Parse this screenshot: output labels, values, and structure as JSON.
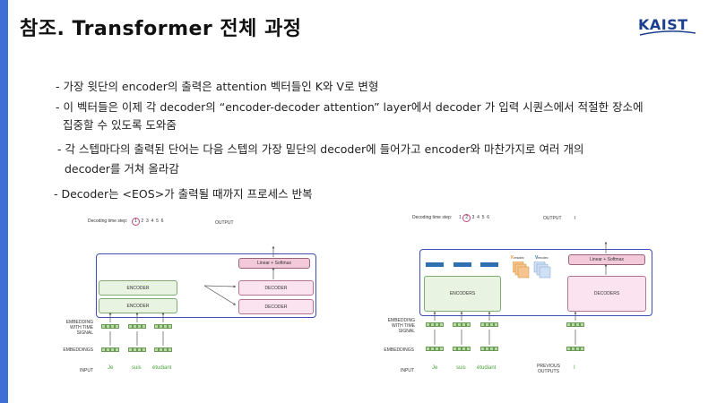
{
  "slide": {
    "title": "참조. Transformer 전체 과정",
    "logo": "KAIST"
  },
  "bullets": [
    "- 가장 윗단의 encoder의 출력은 attention 벡터들인 K와 V로 변형",
    "- 이 벡터들은 이제 각 decoder의 “encoder-decoder attention” layer에서 decoder 가 입력 시퀀스에서 적절한 장소에",
    "집중할 수 있도록 도와줌",
    "- 각 스텝마다의 출력된 단어는 다음 스텝의 가장 밑단의 decoder에 들어가고 encoder와 마찬가지로 여러 개의",
    "decoder를 거쳐 올라감",
    "- Decoder는 <EOS>가 출력될 때까지 프로세스 반복"
  ],
  "left_diagram": {
    "time_step_label": "Decoding time step:",
    "steps": [
      "1",
      "2",
      "3",
      "4",
      "5",
      "6"
    ],
    "active_step": "1",
    "output_label": "OUTPUT",
    "linear_softmax": "Linear + Softmax",
    "encoder_top": "ENCODER",
    "encoder_bottom": "ENCODER",
    "decoder_top": "DECODER",
    "decoder_bottom": "DECODER",
    "row_embedding_time": [
      "EMBEDDING",
      "WITH TIME",
      "SIGNAL"
    ],
    "row_embeddings": "EMBEDDINGS",
    "row_input": "INPUT",
    "input_words": [
      "Je",
      "suis",
      "étudiant"
    ]
  },
  "right_diagram": {
    "time_step_label": "Decoding time step:",
    "steps": [
      "1",
      "2",
      "3",
      "4",
      "5",
      "6"
    ],
    "active_step": "2",
    "output_label": "OUTPUT",
    "output_value": "I",
    "linear_softmax": "Linear + Softmax",
    "encoders": "ENCODERS",
    "decoders": "DECODERS",
    "k_label": "K",
    "k_sub": "encdec",
    "v_label": "V",
    "v_sub": "encdec",
    "row_embedding_time": [
      "EMBEDDING",
      "WITH TIME",
      "SIGNAL"
    ],
    "row_embeddings": "EMBEDDINGS",
    "row_input": "INPUT",
    "input_words": [
      "Je",
      "suis",
      "étudiant"
    ],
    "previous_outputs": [
      "PREVIOUS",
      "OUTPUTS"
    ],
    "previous_value": "I"
  },
  "colors": {
    "accent": "#3d6fd4",
    "panel_border": "#3d4fb4",
    "encoder_fill": "#e8f3e2",
    "decoder_fill": "#fbe4ef",
    "word_green": "#49a33a",
    "kv_blue": "#2d6fb0",
    "k_orange": "#e89a3c"
  }
}
